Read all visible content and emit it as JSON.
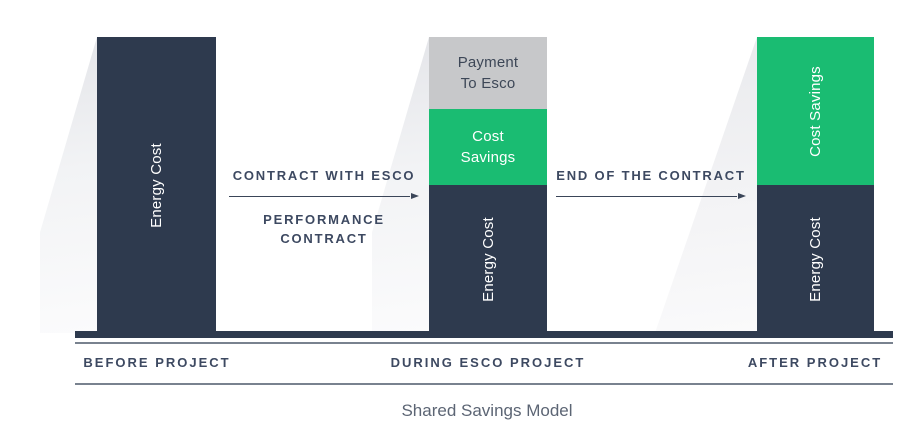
{
  "caption": "Shared Savings Model",
  "colors": {
    "navy": "#2e3a4e",
    "green": "#1abc72",
    "gray": "#c7c8ca",
    "text_dark": "#3d4961",
    "text_muted": "#5c6574"
  },
  "stages": [
    {
      "axis_label": "BEFORE PROJECT",
      "segments": [
        {
          "label": "Energy Cost",
          "color": "navy"
        }
      ]
    },
    {
      "axis_label": "DURING ESCO PROJECT",
      "segments": [
        {
          "label": "Payment To Esco",
          "color": "gray"
        },
        {
          "label": "Cost Savings",
          "color": "green"
        },
        {
          "label": "Energy Cost",
          "color": "navy"
        }
      ]
    },
    {
      "axis_label": "AFTER PROJECT",
      "segments": [
        {
          "label": "Cost Savings",
          "color": "green"
        },
        {
          "label": "Energy Cost",
          "color": "navy"
        }
      ]
    }
  ],
  "arrows": [
    {
      "above": "CONTRACT WITH ESCO",
      "below": "PERFORMANCE CONTRACT"
    },
    {
      "above": "END OF THE CONTRACT",
      "below": ""
    }
  ]
}
